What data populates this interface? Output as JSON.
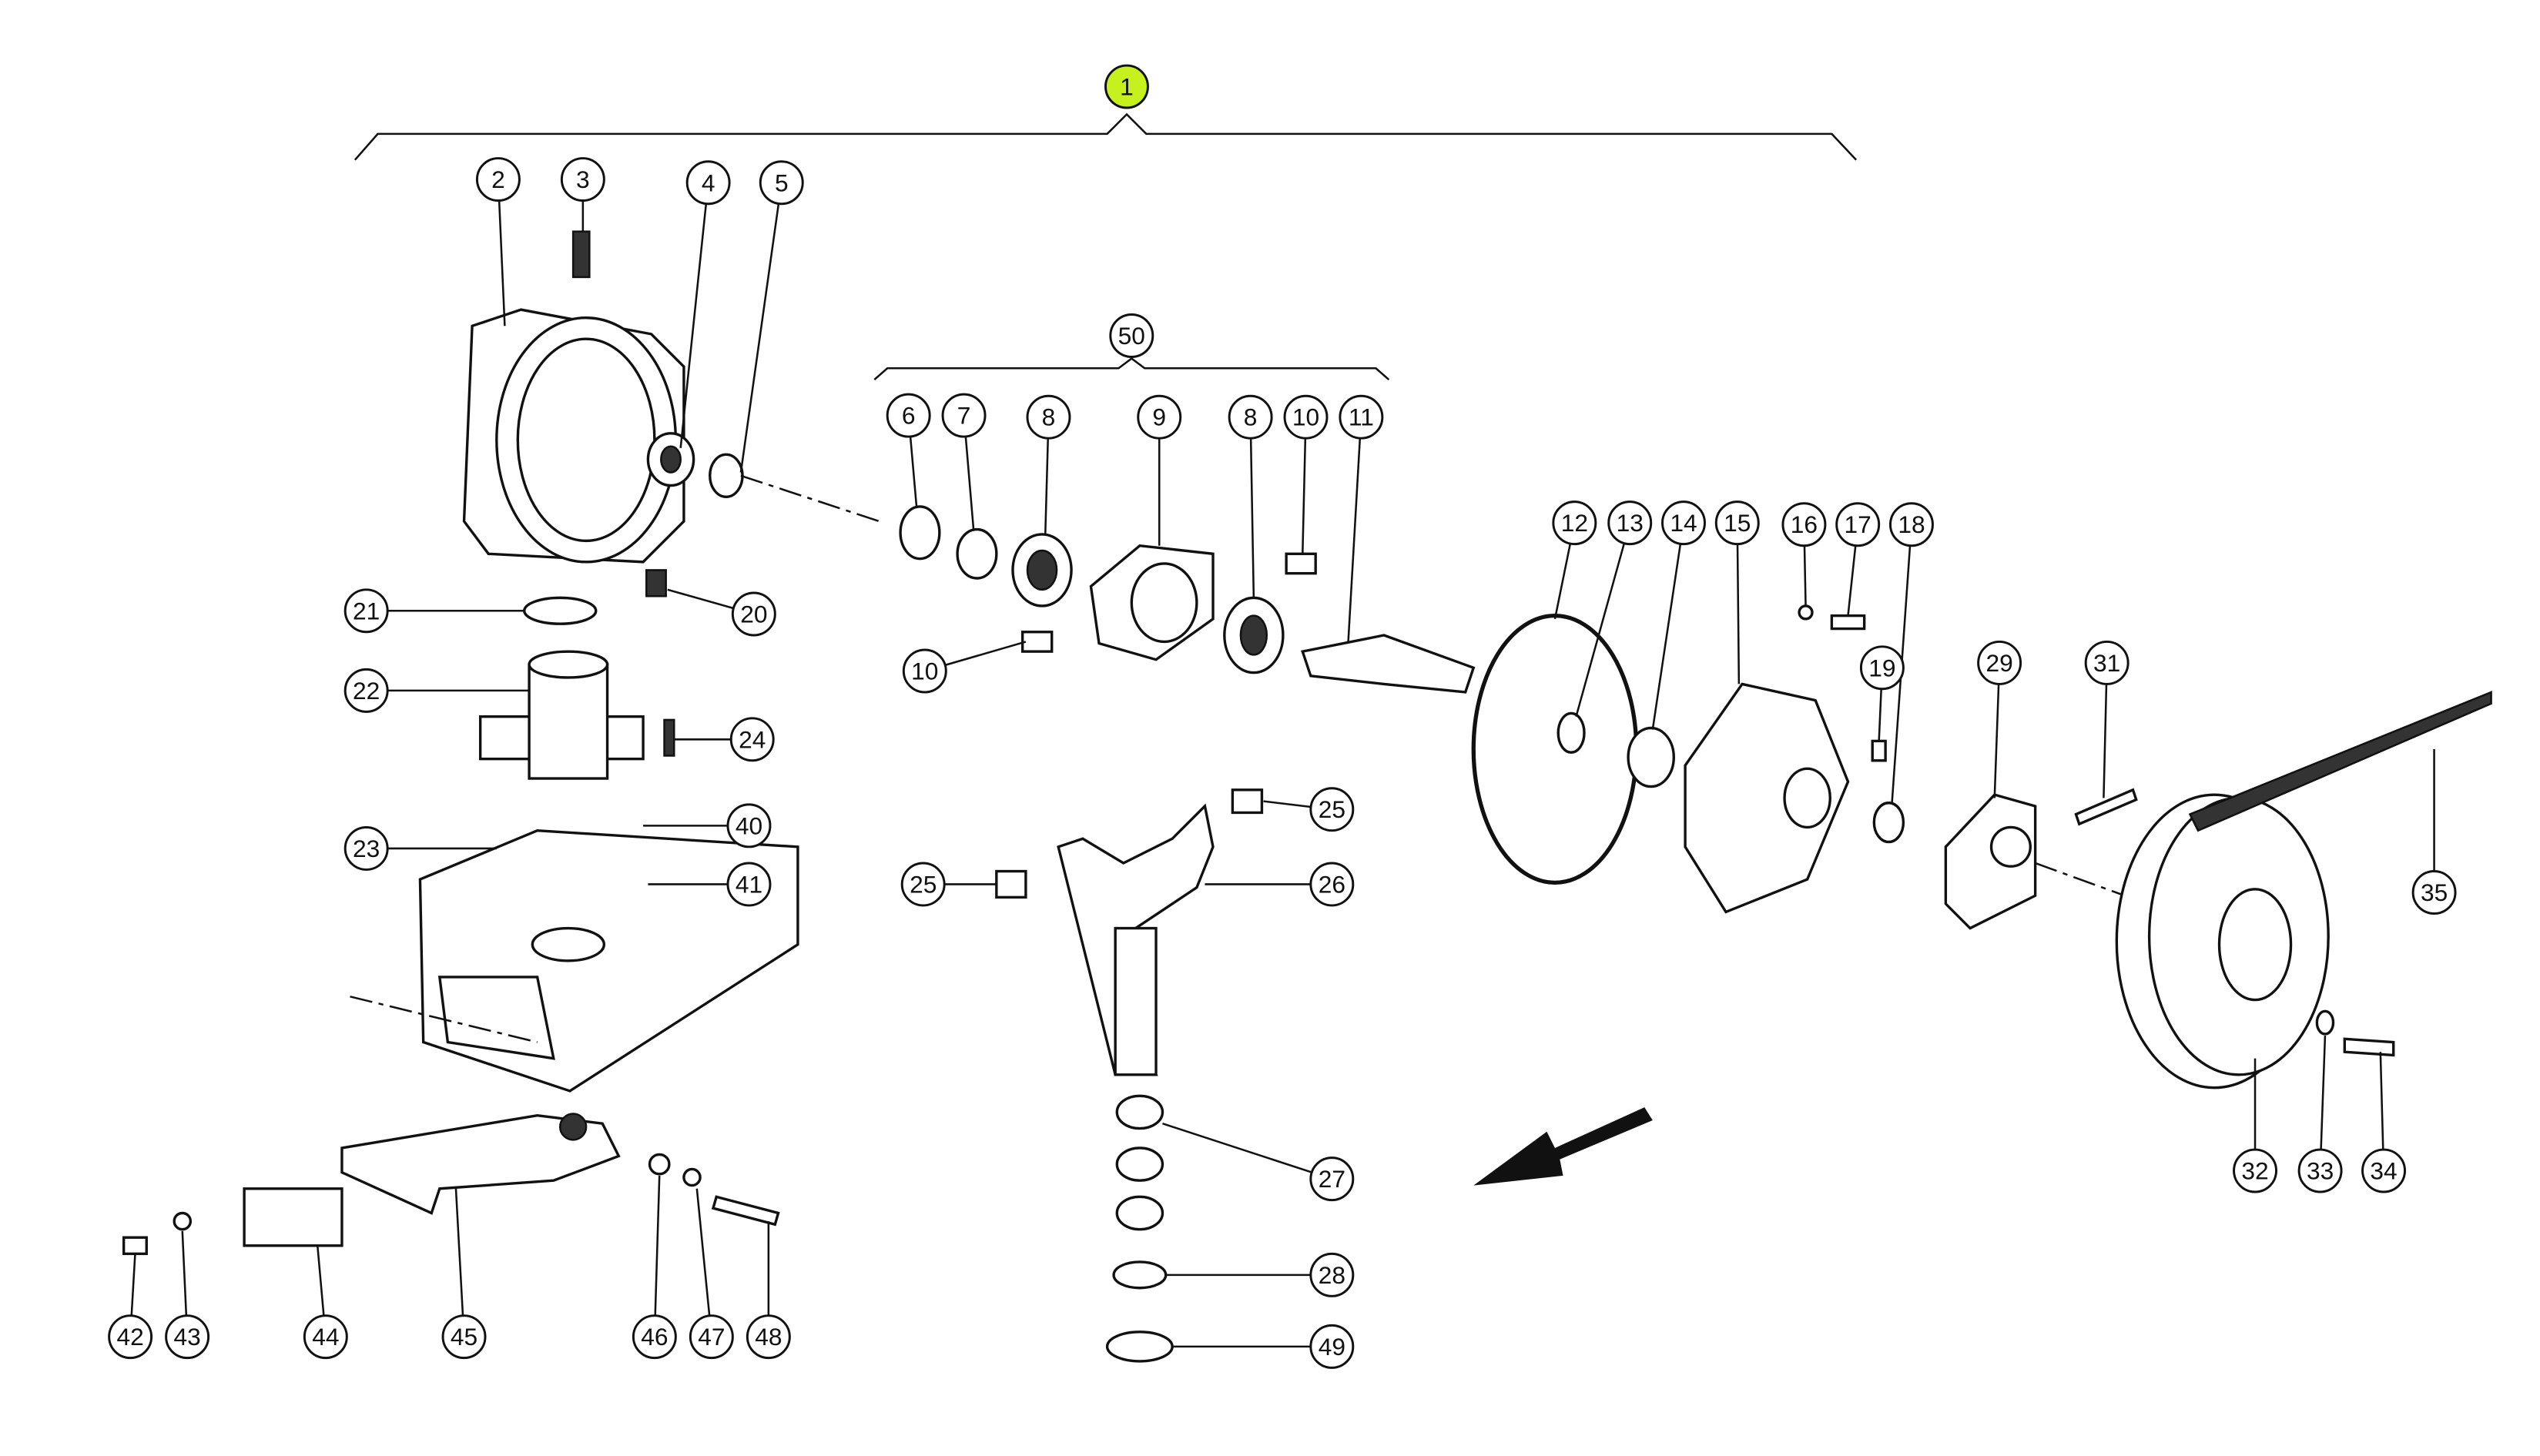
{
  "diagram": {
    "title": "Exploded parts diagram",
    "highlight_color": "#c6f01e",
    "callouts": [
      "1",
      "2",
      "3",
      "4",
      "5",
      "50",
      "6",
      "7",
      "8",
      "9",
      "8",
      "10",
      "11",
      "12",
      "13",
      "14",
      "15",
      "16",
      "17",
      "18",
      "19",
      "29",
      "31",
      "21",
      "20",
      "22",
      "24",
      "40",
      "23",
      "41",
      "10",
      "25",
      "25",
      "26",
      "35",
      "27",
      "28",
      "49",
      "32",
      "33",
      "34",
      "42",
      "43",
      "44",
      "45",
      "46",
      "47",
      "48"
    ]
  }
}
